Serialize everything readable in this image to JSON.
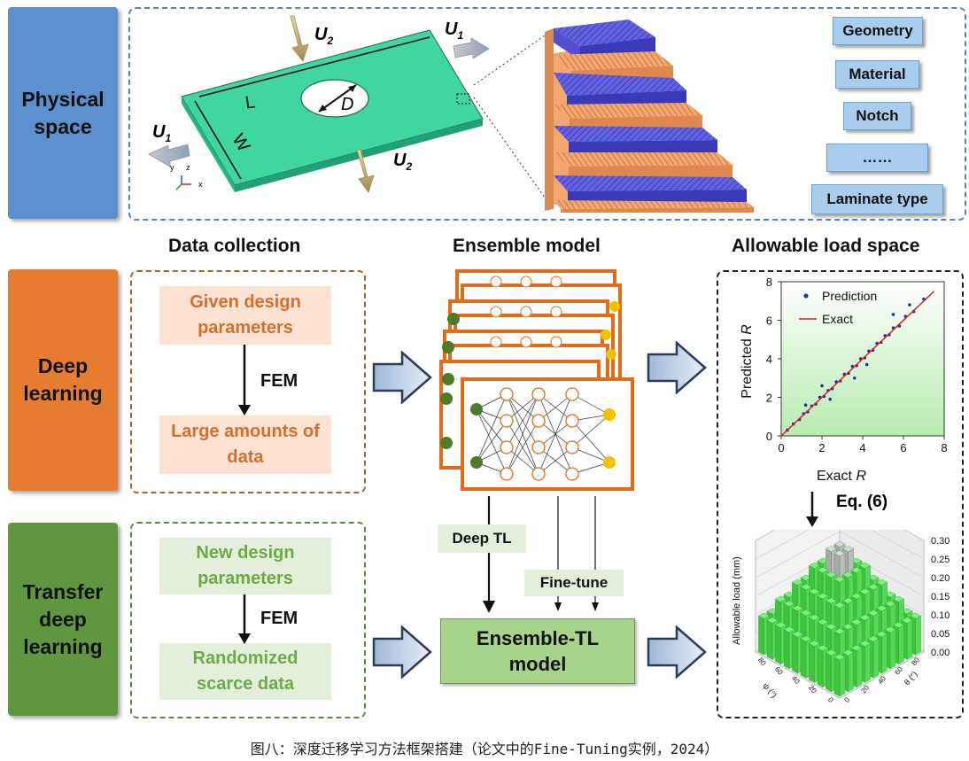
{
  "rows": {
    "physical": "Physical\nspace",
    "deep": "Deep\nlearning",
    "transfer": "Transfer\ndeep\nlearning"
  },
  "plate": {
    "u1": "U",
    "u2": "U",
    "sub1": "1",
    "sub2": "2",
    "L": "L",
    "W": "W",
    "D": "D",
    "axis_y": "y",
    "axis_z": "z",
    "axis_x": "x"
  },
  "parameters": [
    "Geometry",
    "Material",
    "Notch",
    "……",
    "Laminate type"
  ],
  "headings": {
    "data_collection": "Data collection",
    "ensemble_model": "Ensemble model",
    "allowable_load_space": "Allowable load space"
  },
  "deep": {
    "given": "Given design\nparameters",
    "fem": "FEM",
    "large": "Large amounts of\ndata"
  },
  "transfer": {
    "new": "New design\nparameters",
    "fem": "FEM",
    "scarce": "Randomized\nscarce data"
  },
  "tl": {
    "deep_tl": "Deep TL",
    "fine_tune": "Fine-tune",
    "ensemble_tl": "Ensemble-TL\nmodel"
  },
  "eq": "Eq. (6)",
  "chart_data": [
    {
      "type": "scatter",
      "xlabel": "Exact R",
      "ylabel": "Predicted R",
      "xlim": [
        0,
        8
      ],
      "ylim": [
        0,
        8
      ],
      "xticks": [
        "0",
        "2",
        "4",
        "6",
        "8"
      ],
      "yticks": [
        "0",
        "2",
        "4",
        "6",
        "8"
      ],
      "series": [
        {
          "name": "Prediction",
          "color": "#1f2fb0",
          "points": [
            [
              0.3,
              0.3
            ],
            [
              0.6,
              0.62
            ],
            [
              0.9,
              0.85
            ],
            [
              1.1,
              1.15
            ],
            [
              1.3,
              1.25
            ],
            [
              1.5,
              1.55
            ],
            [
              1.7,
              1.65
            ],
            [
              1.9,
              2.0
            ],
            [
              2.1,
              2.05
            ],
            [
              2.3,
              2.35
            ],
            [
              2.5,
              2.45
            ],
            [
              2.7,
              2.8
            ],
            [
              2.9,
              2.85
            ],
            [
              3.1,
              3.2
            ],
            [
              3.3,
              3.25
            ],
            [
              3.5,
              3.6
            ],
            [
              3.7,
              3.65
            ],
            [
              3.9,
              4.0
            ],
            [
              4.1,
              4.05
            ],
            [
              4.3,
              4.4
            ],
            [
              4.5,
              4.45
            ],
            [
              4.7,
              4.8
            ],
            [
              4.9,
              4.85
            ],
            [
              5.1,
              5.2
            ],
            [
              5.3,
              5.25
            ],
            [
              5.5,
              5.6
            ],
            [
              5.8,
              5.7
            ],
            [
              6.1,
              6.2
            ],
            [
              6.5,
              6.45
            ],
            [
              7.0,
              7.1
            ],
            [
              2.0,
              2.6
            ],
            [
              2.4,
              1.9
            ],
            [
              3.6,
              3.0
            ],
            [
              5.5,
              6.3
            ],
            [
              4.2,
              3.7
            ],
            [
              1.2,
              1.6
            ],
            [
              6.3,
              6.8
            ]
          ]
        },
        {
          "name": "Exact",
          "color": "#e02020",
          "line": [
            [
              0,
              0
            ],
            [
              7.5,
              7.5
            ]
          ]
        }
      ]
    },
    {
      "type": "bar3d",
      "zlabel": "Allowable load (mm)",
      "xlabel": "ψ (°)",
      "ylabel": "θ (°)",
      "xticks": [
        "0",
        "20",
        "40",
        "60",
        "80"
      ],
      "yticks": [
        "0",
        "20",
        "40",
        "60",
        "80"
      ],
      "zticks": [
        "0.00",
        "0.05",
        "0.10",
        "0.15",
        "0.20",
        "0.25",
        "0.30"
      ],
      "zlim": [
        0,
        0.3
      ]
    }
  ],
  "caption": "图八：深度迁移学习方法框架搭建（论文中的Fine-Tuning实例，2024）"
}
